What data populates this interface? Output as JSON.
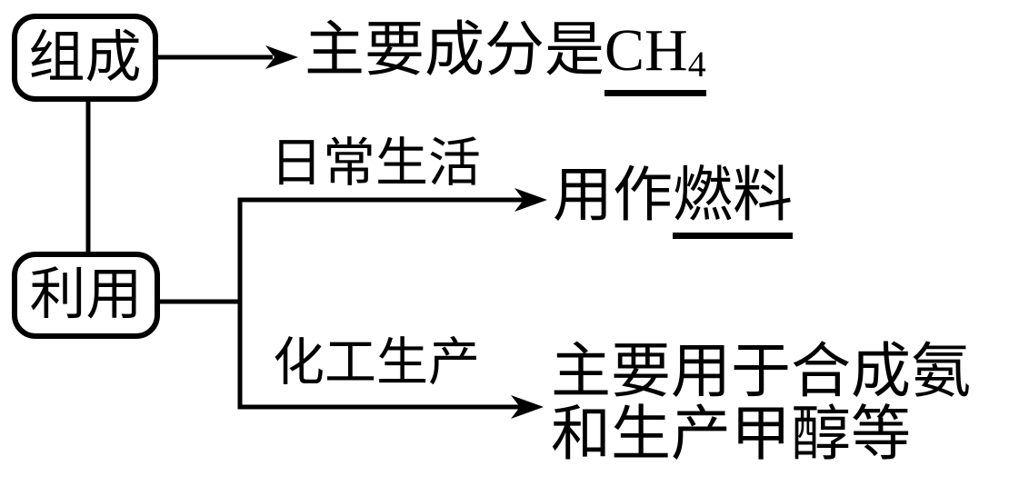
{
  "colors": {
    "background": "#ffffff",
    "ink": "#000000"
  },
  "diagram": {
    "composition_box_label": "组成",
    "utilization_box_label": "利用",
    "main_component_prefix": "主要成分是",
    "formula_base": "CH",
    "formula_subscript": "4",
    "daily_life_label": "日常生活",
    "fuel_prefix": "用作",
    "fuel_underlined": "燃料",
    "chemical_production_label": "化工生产",
    "chemical_use_line1": "主要用于合成氨",
    "chemical_use_line2": "和生产甲醇等"
  }
}
